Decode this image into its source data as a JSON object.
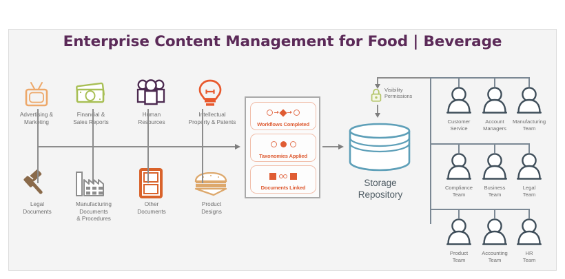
{
  "title": "Enterprise Content Management for Food | Beverage",
  "sources": {
    "top_row": [
      {
        "label": "Advertising &\nMarketing",
        "icon": "television-icon",
        "color": "#eda86a"
      },
      {
        "label": "Financial &\nSales Reports",
        "icon": "banknotes-icon",
        "color": "#a8bf55"
      },
      {
        "label": "Human\nResources",
        "icon": "people-group-icon",
        "color": "#4c2a50"
      },
      {
        "label": "Intellectual\nProperty & Patents",
        "icon": "lightbulb-icon",
        "color": "#e8582c"
      }
    ],
    "bottom_row": [
      {
        "label": "Legal\nDocuments",
        "icon": "gavel-icon",
        "color": "#8a6a4a"
      },
      {
        "label": "Manufacturing\nDocuments\n& Procedures",
        "icon": "factory-icon",
        "color": "#8d8d8d"
      },
      {
        "label": "Other\nDocuments",
        "icon": "document-binder-icon",
        "color": "#d9622a"
      },
      {
        "label": "Product\nDesigns",
        "icon": "hamburger-icon",
        "color": "#dda86c"
      }
    ]
  },
  "process": {
    "cards": [
      {
        "label": "Workflows Completed",
        "glyph": "circle-arrow-diamond-arrow-circle-icon"
      },
      {
        "label": "Taxonomies Applied",
        "glyph": "three-circles-middle-filled-icon"
      },
      {
        "label": "Documents Linked",
        "glyph": "two-squares-chain-link-icon"
      }
    ],
    "accent_color": "#df5c33",
    "card_border_color": "#f0bda9"
  },
  "repository": {
    "label": "Storage\nRepository",
    "icon": "database-cylinder-icon",
    "color": "#5d9fb8"
  },
  "permissions": {
    "label": "Visibility\nPermissions",
    "icon": "padlock-icon",
    "color": "#b4c56a"
  },
  "teams": {
    "row1": [
      {
        "label": "Customer\nService",
        "icon": "person-icon"
      },
      {
        "label": "Account\nManagers",
        "icon": "person-icon"
      },
      {
        "label": "Manufacturing\nTeam",
        "icon": "person-icon"
      }
    ],
    "row2": [
      {
        "label": "Compliance\nTeam",
        "icon": "person-icon"
      },
      {
        "label": "Business\nTeam",
        "icon": "person-icon"
      },
      {
        "label": "Legal\nTeam",
        "icon": "person-icon"
      }
    ],
    "row3": [
      {
        "label": "Product\nTeam",
        "icon": "person-icon"
      },
      {
        "label": "Accounting\nTeam",
        "icon": "person-icon"
      },
      {
        "label": "HR\nTeam",
        "icon": "person-icon"
      }
    ],
    "person_color": "#3f4e5a"
  },
  "colors": {
    "title": "#5b2a58",
    "panel_bg": "#f4f4f4",
    "panel_border": "#dcdcdc",
    "connector": "#8c8c8c",
    "tree_connector": "#7b8894"
  }
}
